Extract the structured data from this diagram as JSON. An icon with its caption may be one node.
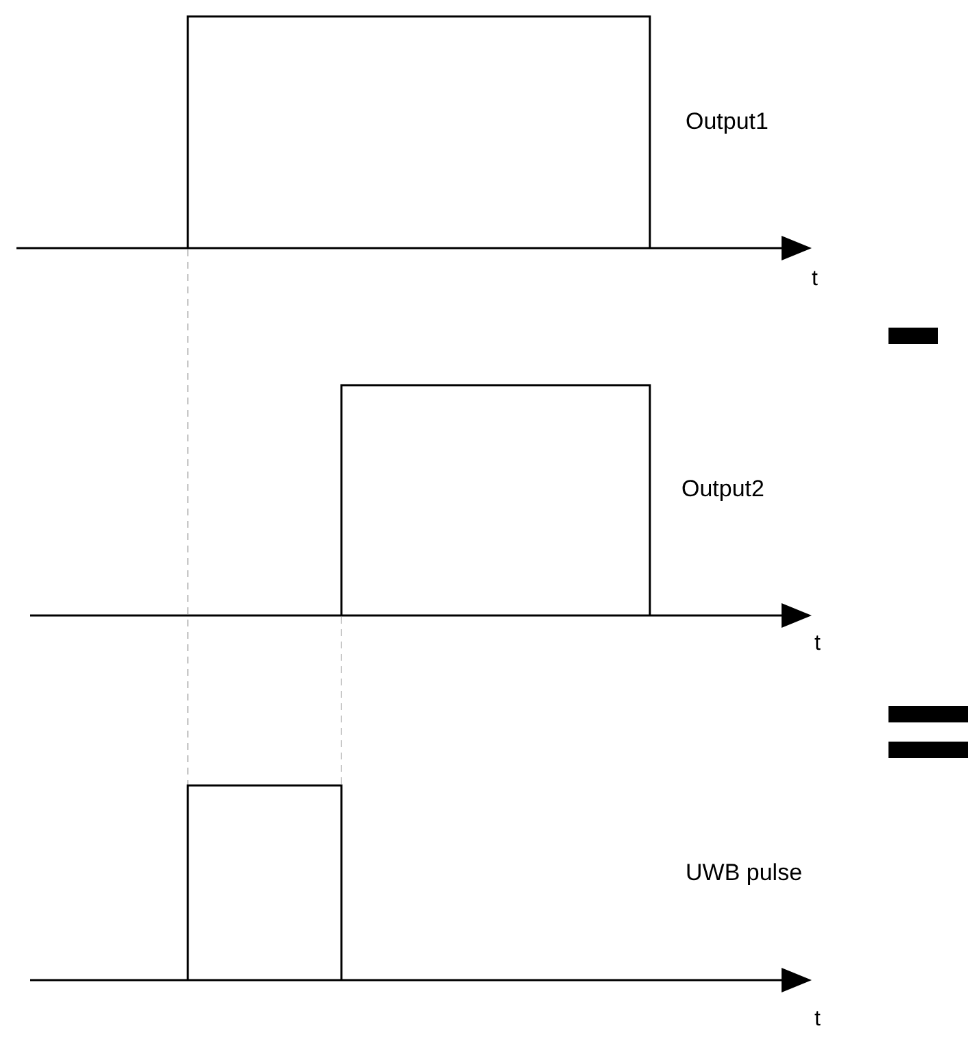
{
  "diagram": {
    "labels": [
      "Output1",
      "t",
      "Output2",
      "t",
      "UWB pulse",
      "t"
    ]
  }
}
